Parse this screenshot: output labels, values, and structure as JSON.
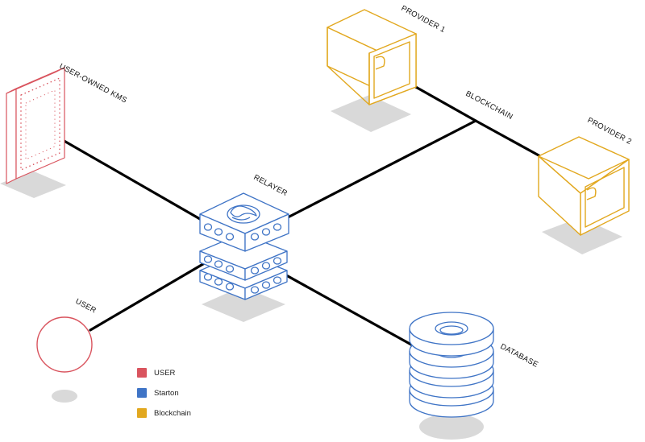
{
  "labels": {
    "kms": "USER-OWNED KMS",
    "provider1": "PROVIDER 1",
    "provider2": "PROVIDER 2",
    "blockchain": "BLOCKCHAIN",
    "relayer": "RELAYER",
    "user": "USER",
    "database": "DATABASE"
  },
  "legend": [
    {
      "label": "USER",
      "color": "#d9545e"
    },
    {
      "label": "Starton",
      "color": "#3f74c6"
    },
    {
      "label": "Blockchain",
      "color": "#e2a81f"
    }
  ],
  "colors": {
    "user": "#d9545e",
    "starton": "#3f74c6",
    "blockchain": "#e2a81f",
    "shadow": "#d9d9d9",
    "connector": "#000000"
  }
}
